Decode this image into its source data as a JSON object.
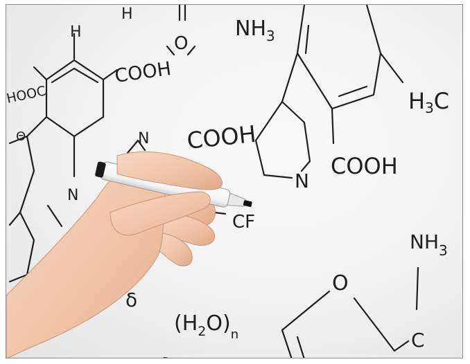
{
  "whiteboard": {
    "labels": {
      "hooc": "HOOC",
      "theta": "Θ",
      "h_top_left": "H",
      "cooh_top": "COOH",
      "h_top": "H",
      "o_top": "O",
      "nh3_top_text": "NH",
      "nh3_top_sub": "3",
      "h3c_h": "H",
      "h3c_sub": "3",
      "h3c_c": "C",
      "n_pyridine": "N",
      "n_ring_small": "N",
      "cooh_mid": "COOH",
      "n_pyrrolidine": "N",
      "cooh_right": "COOH",
      "cf": "CF",
      "nh3_right_text": "NH",
      "nh3_right_sub": "3",
      "o_bottom": "O",
      "c_bottom": "C",
      "delta": "δ",
      "h2o_open": "(H",
      "h2o_sub": "2",
      "h2o_close": "O)",
      "h2o_n": "n"
    }
  }
}
